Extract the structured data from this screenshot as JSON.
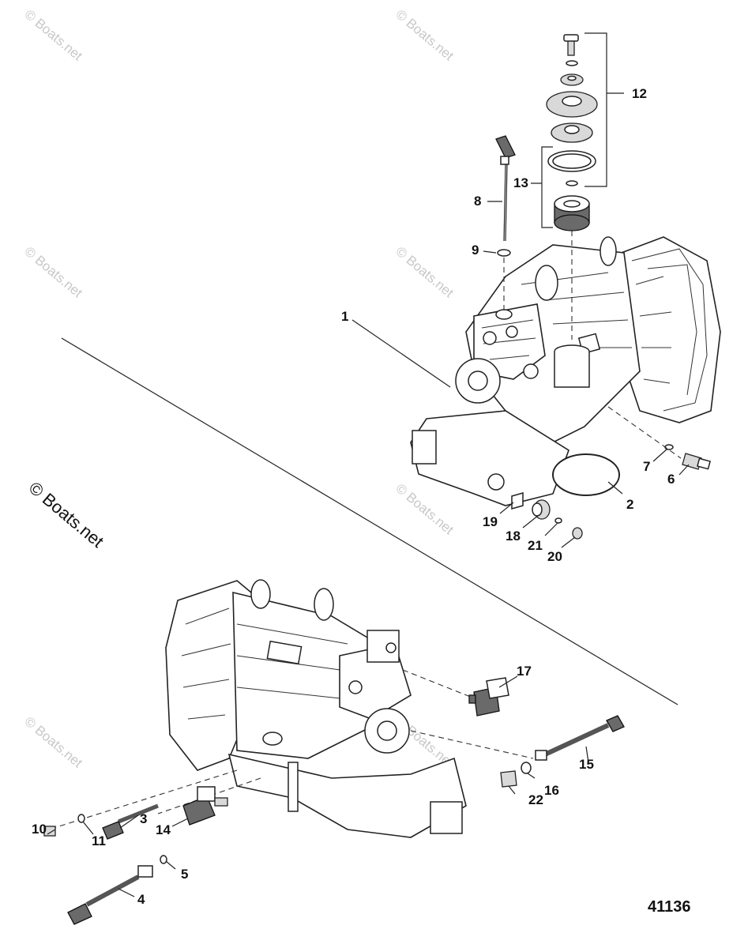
{
  "watermark": {
    "text": "© Boats.net",
    "large_text": "© Boats.net"
  },
  "figure_number": "41136",
  "callouts": {
    "c1": "1",
    "c2": "2",
    "c3": "3",
    "c4": "4",
    "c5": "5",
    "c6": "6",
    "c7": "7",
    "c8": "8",
    "c9": "9",
    "c10": "10",
    "c11": "11",
    "c12": "12",
    "c13": "13",
    "c14": "14",
    "c15": "15",
    "c16": "16",
    "c17": "17",
    "c18": "18",
    "c19": "19",
    "c20": "20",
    "c21": "21",
    "c22": "22"
  }
}
